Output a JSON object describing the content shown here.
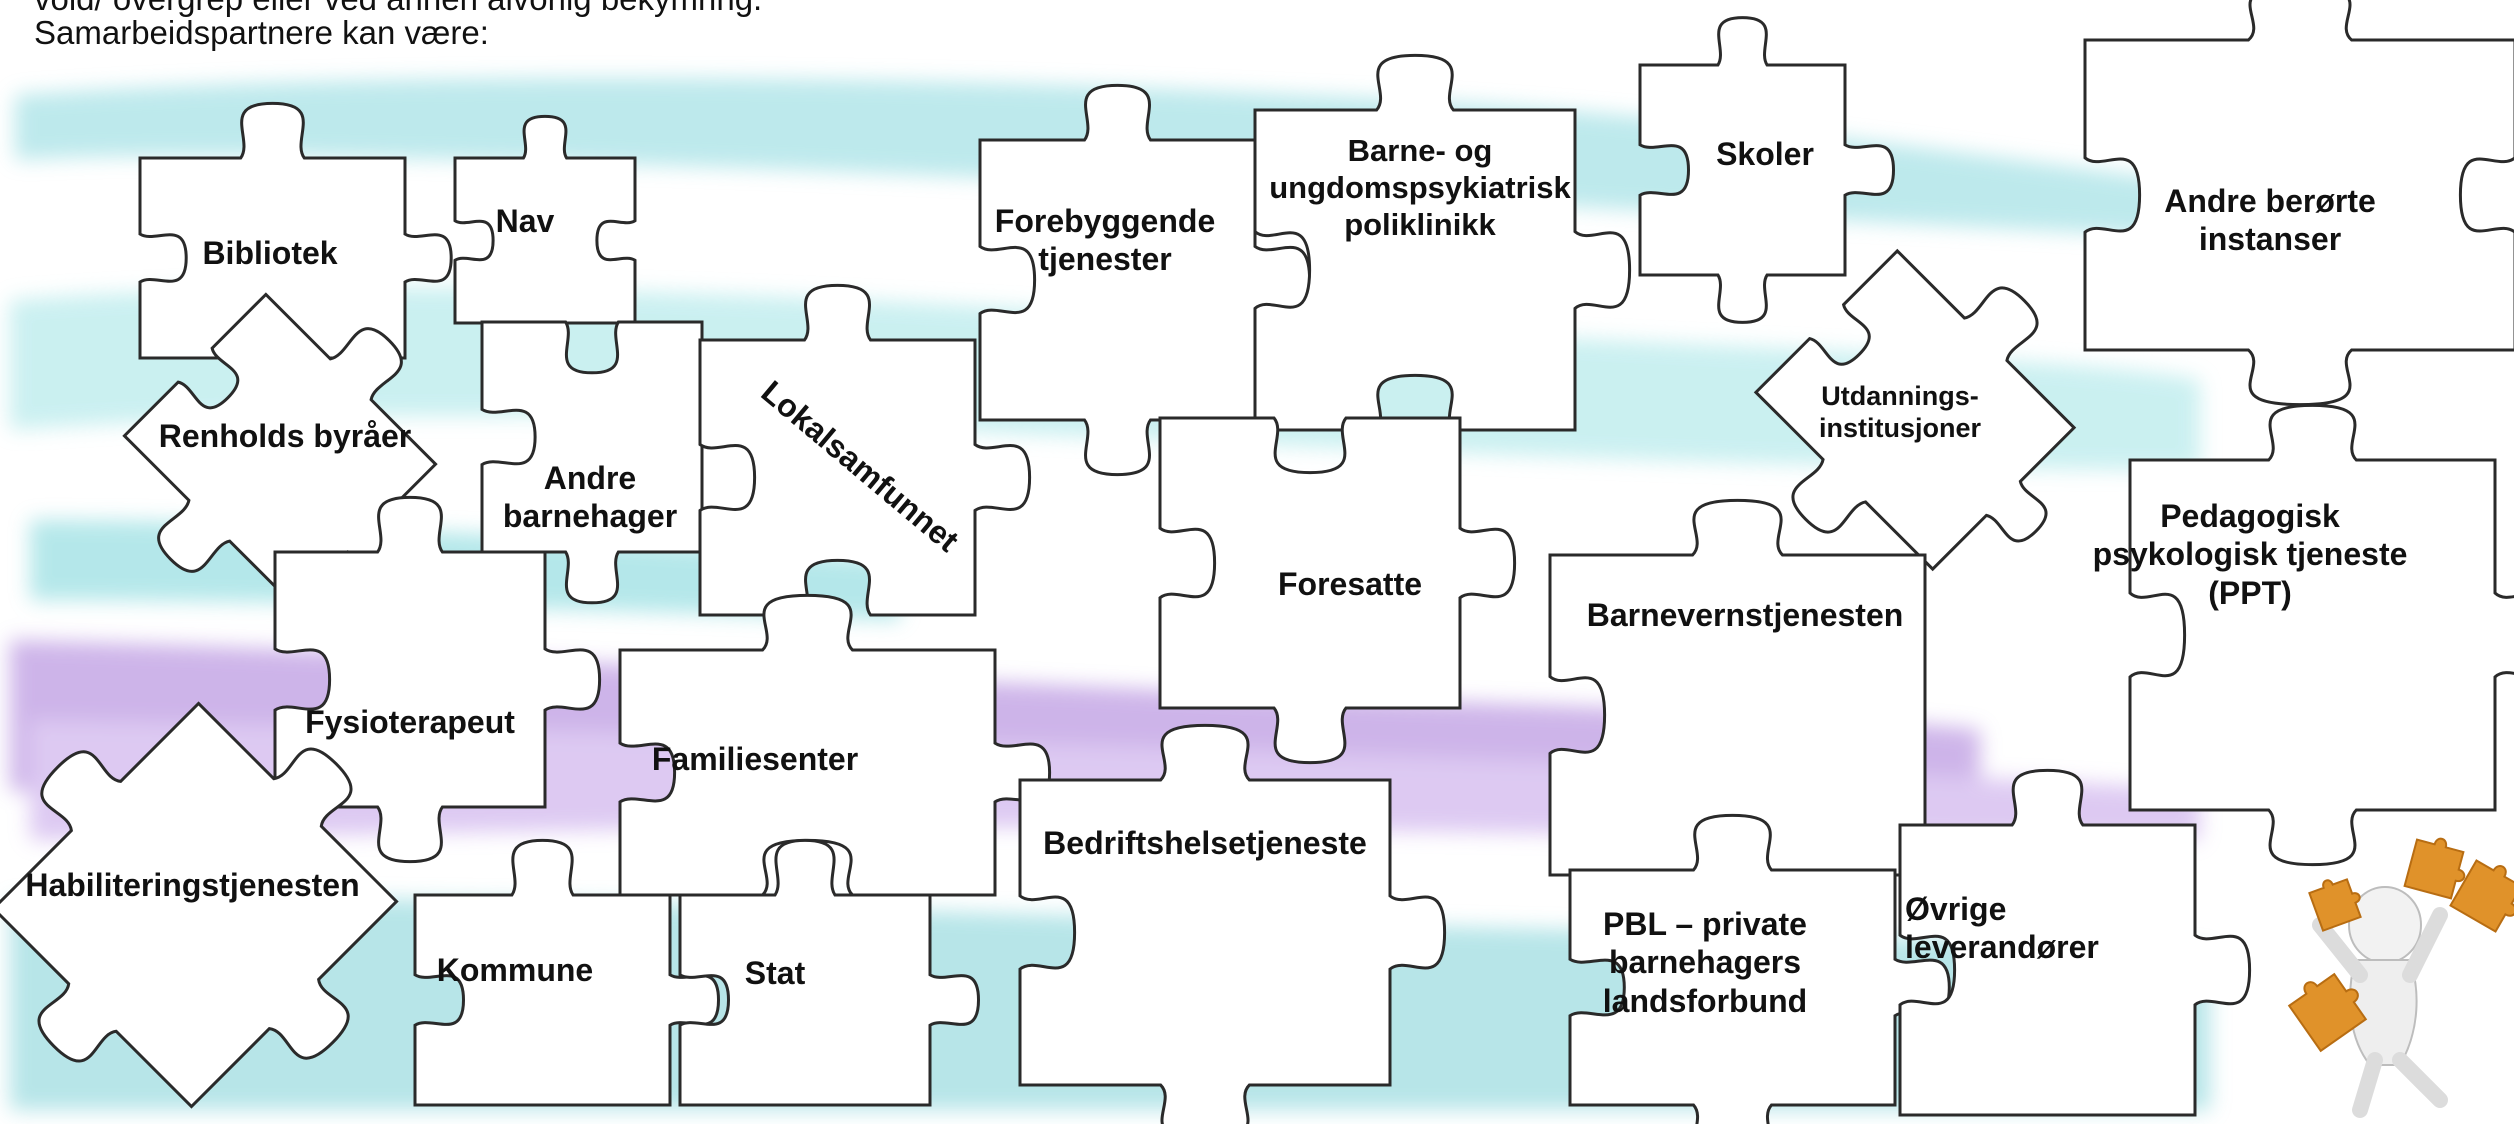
{
  "intro": {
    "line1": "vold/ overgrep eller ved annen alvorlig bekymring.",
    "line2": "Samarbeidspartnere kan være:"
  },
  "colors": {
    "stroke": "#2a2a2a",
    "piece_fill": "#ffffff",
    "watercolor_teal": "#8fd9df",
    "watercolor_purple": "#b894e0",
    "figure_orange": "#e0922a"
  },
  "pieces": [
    {
      "id": "bibliotek",
      "lines": [
        "Bibliotek"
      ]
    },
    {
      "id": "nav",
      "lines": [
        "Nav"
      ]
    },
    {
      "id": "renholds",
      "lines": [
        "Renholds byråer"
      ]
    },
    {
      "id": "andre-barnehager",
      "lines": [
        "Andre",
        "barnehager"
      ]
    },
    {
      "id": "lokalsamfunnet",
      "lines": [
        "Lokalsamfunnet"
      ]
    },
    {
      "id": "forebyggende",
      "lines": [
        "Forebyggende",
        "tjenester"
      ]
    },
    {
      "id": "bup",
      "lines": [
        "Barne- og",
        "ungdomspsykiatrisk",
        "poliklinikk"
      ]
    },
    {
      "id": "skoler",
      "lines": [
        "Skoler"
      ]
    },
    {
      "id": "andre-berorte",
      "lines": [
        "Andre berørte",
        "instanser"
      ]
    },
    {
      "id": "utdannings",
      "lines": [
        "Utdannings-",
        "institusjoner"
      ]
    },
    {
      "id": "foresatte",
      "lines": [
        "Foresatte"
      ]
    },
    {
      "id": "fysioterapeut",
      "lines": [
        "Fysioterapeut"
      ]
    },
    {
      "id": "familiesenter",
      "lines": [
        "Familiesenter"
      ]
    },
    {
      "id": "barnevern",
      "lines": [
        "Barnevernstjenesten"
      ]
    },
    {
      "id": "ppt",
      "lines": [
        "Pedagogisk",
        "psykologisk tjeneste",
        "(PPT)"
      ]
    },
    {
      "id": "habilitering",
      "lines": [
        "Habiliteringstjenesten"
      ]
    },
    {
      "id": "bedriftshelse",
      "lines": [
        "Bedriftshelsetjeneste"
      ]
    },
    {
      "id": "kommune",
      "lines": [
        "Kommune"
      ]
    },
    {
      "id": "stat",
      "lines": [
        "Stat"
      ]
    },
    {
      "id": "pbl",
      "lines": [
        "PBL – private",
        "barnehagers",
        "landsforbund"
      ]
    },
    {
      "id": "ovrige",
      "lines": [
        "Øvrige",
        "leverandører"
      ]
    }
  ]
}
